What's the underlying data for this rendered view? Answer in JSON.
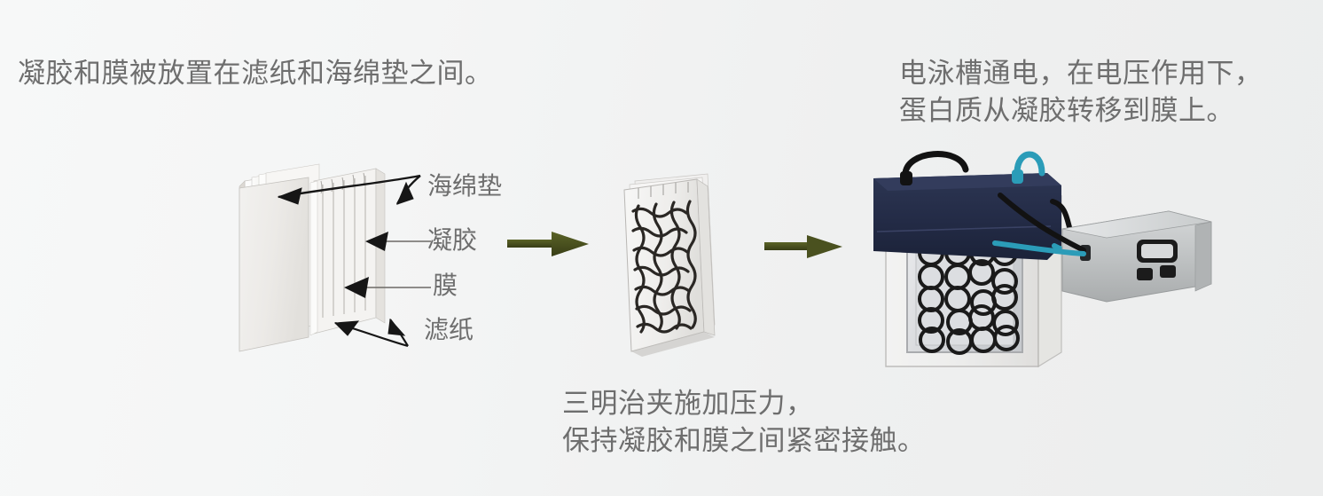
{
  "figure": {
    "title_hidden": "",
    "background_from": "#f7f8f8",
    "background_to": "#eceded",
    "text_color": "#6e6e6e",
    "arrow_color": "#4b5320"
  },
  "headlines": {
    "left": "凝胶和膜被放置在滤纸和海绵垫之间。",
    "right": "电泳槽通电，在电压作用下，\n蛋白质从凝胶转移到膜上。"
  },
  "captions": {
    "middle": "三明治夹施加压力，\n保持凝胶和膜之间紧密接触。"
  },
  "part_labels": {
    "sponge_pad": "海绵垫",
    "gel": "凝胶",
    "membrane": "膜",
    "filter_paper": "滤纸"
  },
  "panels": {
    "stack": {
      "name": "transfer-sandwich-stack",
      "layers": [
        "海绵垫",
        "滤纸",
        "凝胶",
        "膜",
        "滤纸",
        "海绵垫"
      ],
      "callout_arrows": 4
    },
    "cassette": {
      "name": "gel-holder-cassette",
      "lattice_rows": 7,
      "lattice_cols": 4
    },
    "tank": {
      "name": "electrophoresis-tank",
      "lid_color": "#252d4a",
      "electrode_cable_black": "#111111",
      "electrode_cable_teal": "#2b9cb8",
      "grid_rows": 5,
      "grid_cols": 4
    },
    "power_supply": {
      "name": "power-supply-unit",
      "body_color": "#b9bcbd",
      "buttons": 2,
      "display": 1
    }
  }
}
